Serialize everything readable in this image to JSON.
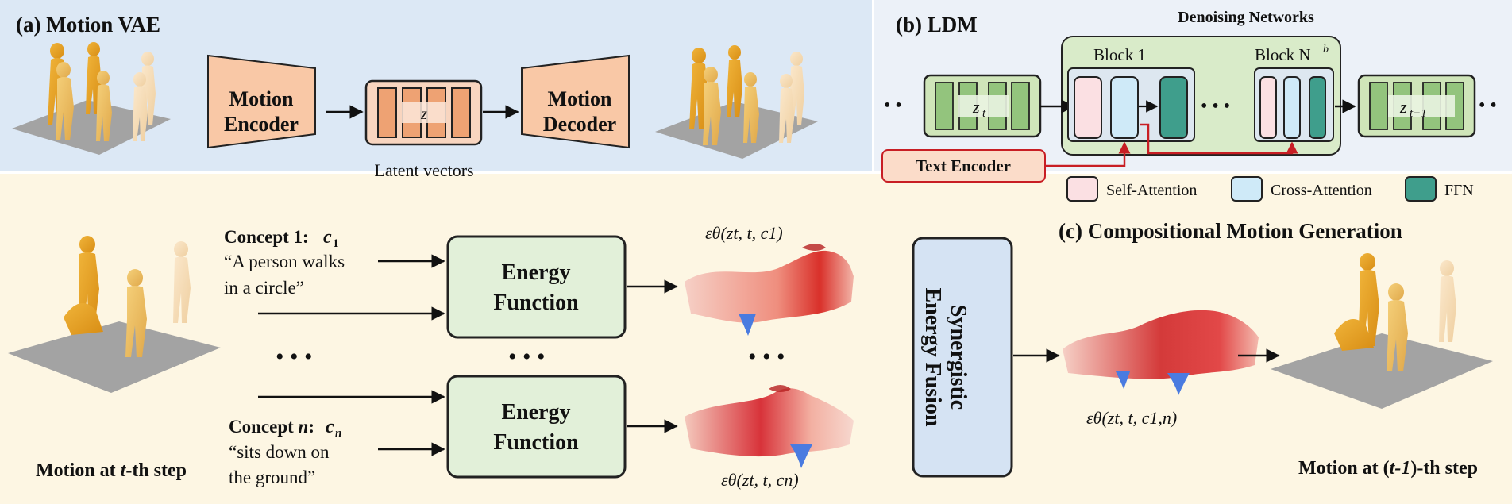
{
  "panel_a": {
    "title": "(a) Motion VAE",
    "encoder_line1": "Motion",
    "encoder_line2": "Encoder",
    "decoder_line1": "Motion",
    "decoder_line2": "Decoder",
    "latent_symbol": "z",
    "latent_caption": "Latent vectors"
  },
  "panel_b": {
    "title": "(b) LDM",
    "denoising_title": "Denoising Networks",
    "block1_label": "Block 1",
    "blockn_label": "Block N",
    "blockn_sup": "b",
    "zt_main": "z",
    "zt_sub": "t",
    "zt1_main": "z",
    "zt1_sub": "t−1",
    "text_encoder": "Text Encoder",
    "ellipsis": "• • •",
    "side_dots": "• •",
    "legend": {
      "self_attention": "Self-Attention",
      "cross_attention": "Cross-Attention",
      "ffn": "FFN"
    },
    "colors": {
      "self_attention": "#fbe0e3",
      "cross_attention": "#cfeaf8",
      "ffn": "#3f9e8c",
      "block_bg": "#dde7f0",
      "net_bg": "#d9ebc9",
      "latent_bg": "#cfe5b9",
      "text_encoder_bg": "#fbdcc9",
      "arrow_red": "#c81e24"
    }
  },
  "panel_c": {
    "title": "(c) Compositional Motion Generation",
    "concept1_label": "Concept 1:",
    "concept1_sym": "c",
    "concept1_sub": "1",
    "concept1_line1": "“A person walks",
    "concept1_line2": "in a circle”",
    "conceptn_label": "Concept",
    "conceptn_n": "n",
    "conceptn_sym": "c",
    "conceptn_sub": "n",
    "conceptn_line1": "“sits down on",
    "conceptn_line2": "the ground”",
    "energy_line1": "Energy",
    "energy_line2": "Function",
    "fusion_line1": "Synergistic",
    "fusion_line2": "Energy Fusion",
    "eps_top": "εθ(zt, t, c1)",
    "eps_bottom": "εθ(zt, t, cn)",
    "eps_fused": "εθ(zt, t, c1,n)",
    "motion_t_before": "Motion at ",
    "motion_t_var": "t",
    "motion_t_after": "-th step",
    "motion_t1_before": "Motion at (",
    "motion_t1_var": "t-1",
    "motion_t1_after": ")-th step",
    "ellipsis": "• • •"
  },
  "colors": {
    "panel_a_bg": "#dce8f5",
    "panel_b_bg": "#ecf1f8",
    "panel_c_bg": "#fdf6e3",
    "encoder_fill": "#f9c8a6",
    "latent_fill": "#f8d5bf",
    "latent_bar": "#eea273",
    "energy_fill": "#e2f0d9",
    "fusion_fill": "#d5e3f3"
  }
}
